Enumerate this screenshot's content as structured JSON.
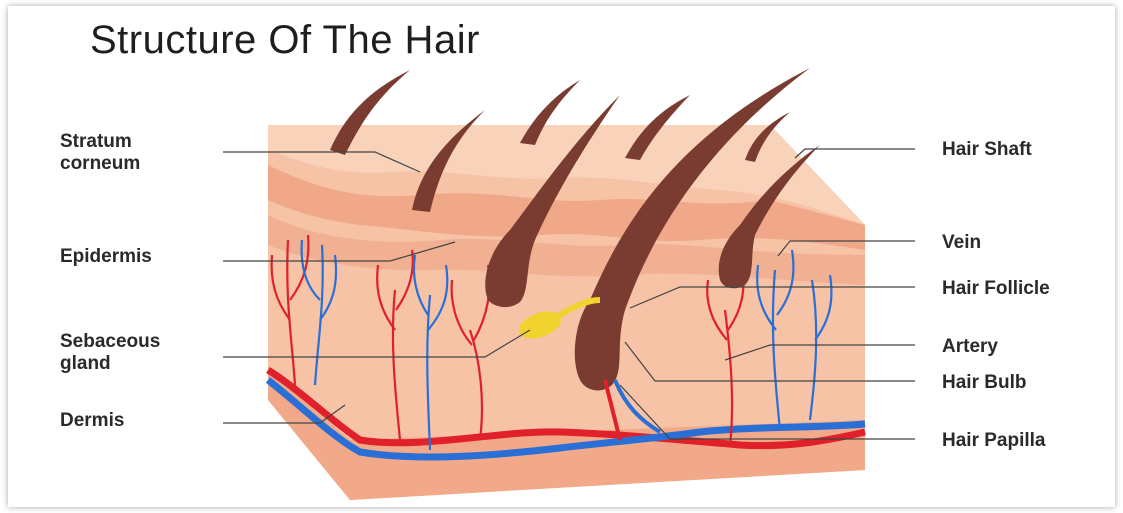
{
  "title": "Structure Of The Hair",
  "labels_left": {
    "stratum_line1": "Stratum",
    "stratum_line2": "corneum",
    "epidermis": "Epidermis",
    "sebaceous_line1": "Sebaceous",
    "sebaceous_line2": "gland",
    "dermis": "Dermis"
  },
  "labels_right": {
    "hair_shaft": "Hair Shaft",
    "vein": "Vein",
    "hair_follicle": "Hair Follicle",
    "artery": "Artery",
    "hair_bulb": "Hair Bulb",
    "hair_papilla": "Hair Papilla"
  },
  "colors": {
    "skin_top": "#f7c7a8",
    "skin_side": "#f3b08e",
    "epidermis_band": "#f0a687",
    "hair": "#7a3b30",
    "artery": "#e0202a",
    "vein": "#2a6fd6",
    "gland": "#f2d22e"
  }
}
